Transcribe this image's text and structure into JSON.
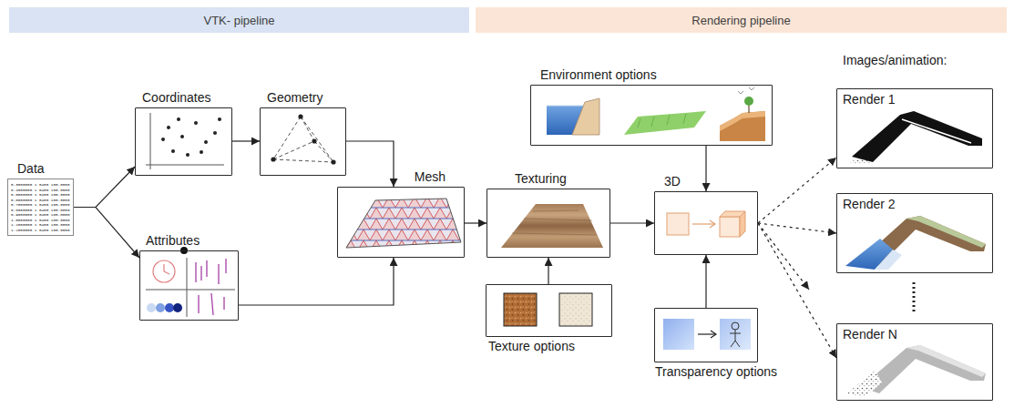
{
  "diagram": {
    "nodes": [
      {
        "text": [
          "VTK- pipeline"
        ]
      },
      {
        "text": [
          "Rendering pipeline"
        ]
      },
      {
        "text": [
          "Data",
          "0.3000000 1 5400 100.0000",
          "0.4000000 1 5400 100.0000",
          "0.5000000 1 5400 100.0000",
          "0.6000000 1 5400 100.0000",
          "0.7000000 1 5400 100.0000",
          "0.8000000 1 5400 100.0000",
          "0.9000000 1 5400 100.0000",
          "1.0000000 1 5400 100.0000",
          "1.1000000 1 5400 100.0000",
          "1.2000000 1 5400 100.0000"
        ]
      },
      {
        "text": [
          "Coordinates"
        ]
      },
      {
        "text": [
          "Geometry"
        ]
      },
      {
        "text": [
          "Attributes"
        ]
      },
      {
        "text": [
          "Mesh"
        ]
      },
      {
        "text": [
          "Texturing"
        ]
      },
      {
        "text": [
          "Texture options"
        ]
      },
      {
        "text": [
          "Environment options"
        ]
      },
      {
        "text": [
          "3D"
        ]
      },
      {
        "text": [
          "Transparency options"
        ]
      },
      {
        "text": [
          "Render 1"
        ]
      },
      {
        "text": [
          "Render 2"
        ]
      },
      {
        "text": [
          "Render N"
        ]
      }
    ],
    "edges": [
      {
        "from": 2,
        "to": 3,
        "arrow": "to"
      },
      {
        "from": 2,
        "to": 5,
        "arrow": "to"
      },
      {
        "from": 3,
        "to": 4,
        "arrow": "to"
      },
      {
        "from": 4,
        "to": 6,
        "arrow": "to"
      },
      {
        "from": 5,
        "to": 6,
        "arrow": "to"
      },
      {
        "from": 6,
        "to": 7,
        "arrow": "to"
      },
      {
        "from": 8,
        "to": 7,
        "arrow": "to"
      },
      {
        "from": 7,
        "to": 10,
        "arrow": "to"
      },
      {
        "from": 9,
        "to": 10,
        "arrow": "to"
      },
      {
        "from": 11,
        "to": 10,
        "arrow": "to"
      },
      {
        "from": 10,
        "to": 12,
        "arrow": "to"
      },
      {
        "from": 10,
        "to": 13,
        "arrow": "to"
      },
      {
        "from": 10,
        "to": 14,
        "arrow": "to"
      }
    ],
    "labels": [
      "Images/animation:"
    ]
  }
}
